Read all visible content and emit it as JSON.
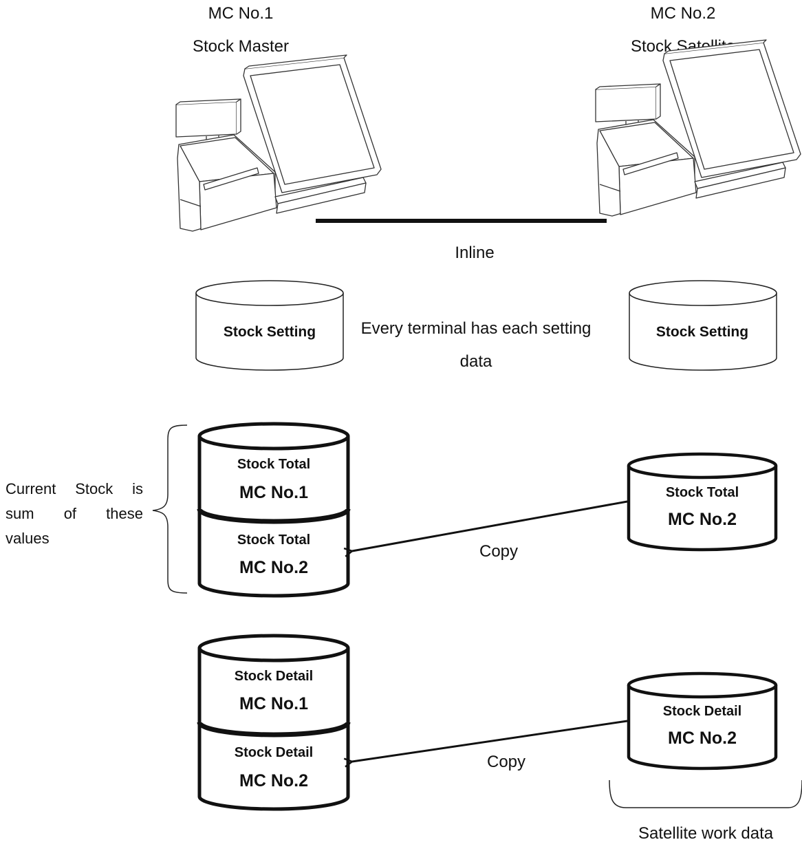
{
  "terminals": {
    "master": {
      "line1": "MC No.1",
      "line2": "Stock Master"
    },
    "satellite": {
      "line1": "MC No.2",
      "line2": "Stock Satellite"
    }
  },
  "connection_label": "Inline",
  "settings": {
    "left": "Stock Setting",
    "right": "Stock Setting",
    "note_line1": "Every terminal has each setting",
    "note_line2": "data"
  },
  "current_stock_note": [
    "Current",
    "Stock",
    "is",
    "sum",
    "of",
    "these",
    "values"
  ],
  "totals": {
    "stack_top": {
      "title": "Stock Total",
      "mc": "MC No.1"
    },
    "stack_bottom": {
      "title": "Stock Total",
      "mc": "MC No.2"
    },
    "satellite": {
      "title": "Stock Total",
      "mc": "MC No.2"
    },
    "copy_label": "Copy"
  },
  "details": {
    "stack_top": {
      "title": "Stock Detail",
      "mc": "MC No.1"
    },
    "stack_bottom": {
      "title": "Stock Detail",
      "mc": "MC No.2"
    },
    "satellite": {
      "title": "Stock Detail",
      "mc": "MC No.2"
    },
    "copy_label": "Copy"
  },
  "satellite_work_label": "Satellite work data"
}
